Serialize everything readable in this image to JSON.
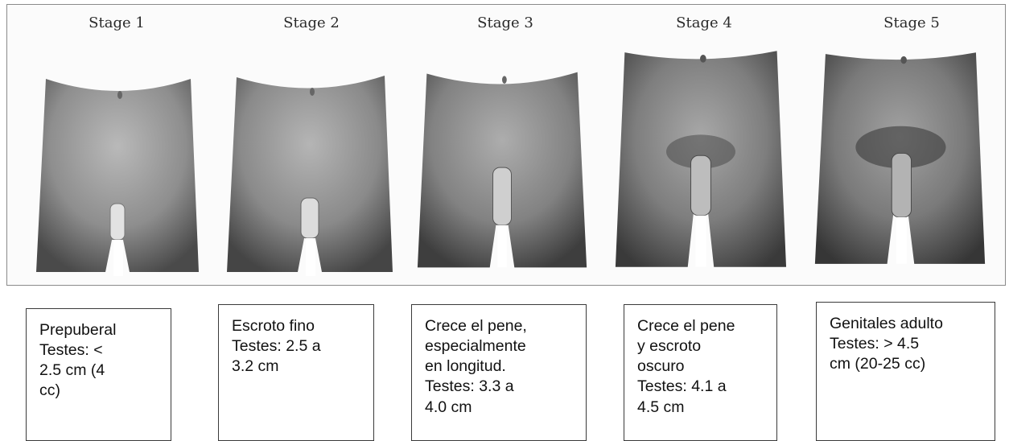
{
  "stages": [
    {
      "title": "Stage 1",
      "caption": "Prepuberal\nTestes: <\n2.5 cm (4\ncc)"
    },
    {
      "title": "Stage 2",
      "caption": "Escroto fino\nTestes: 2.5 a\n3.2 cm"
    },
    {
      "title": "Stage 3",
      "caption": "Crece el pene,\nespecialmente\nen longitud.\nTestes: 3.3 a\n4.0 cm"
    },
    {
      "title": "Stage 4",
      "caption": "Crece el pene\ny escroto\noscuro\nTestes: 4.1 a\n4.5 cm"
    },
    {
      "title": "Stage 5",
      "caption": "Genitales adulto\nTestes: > 4.5\ncm (20-25 cc)"
    }
  ]
}
